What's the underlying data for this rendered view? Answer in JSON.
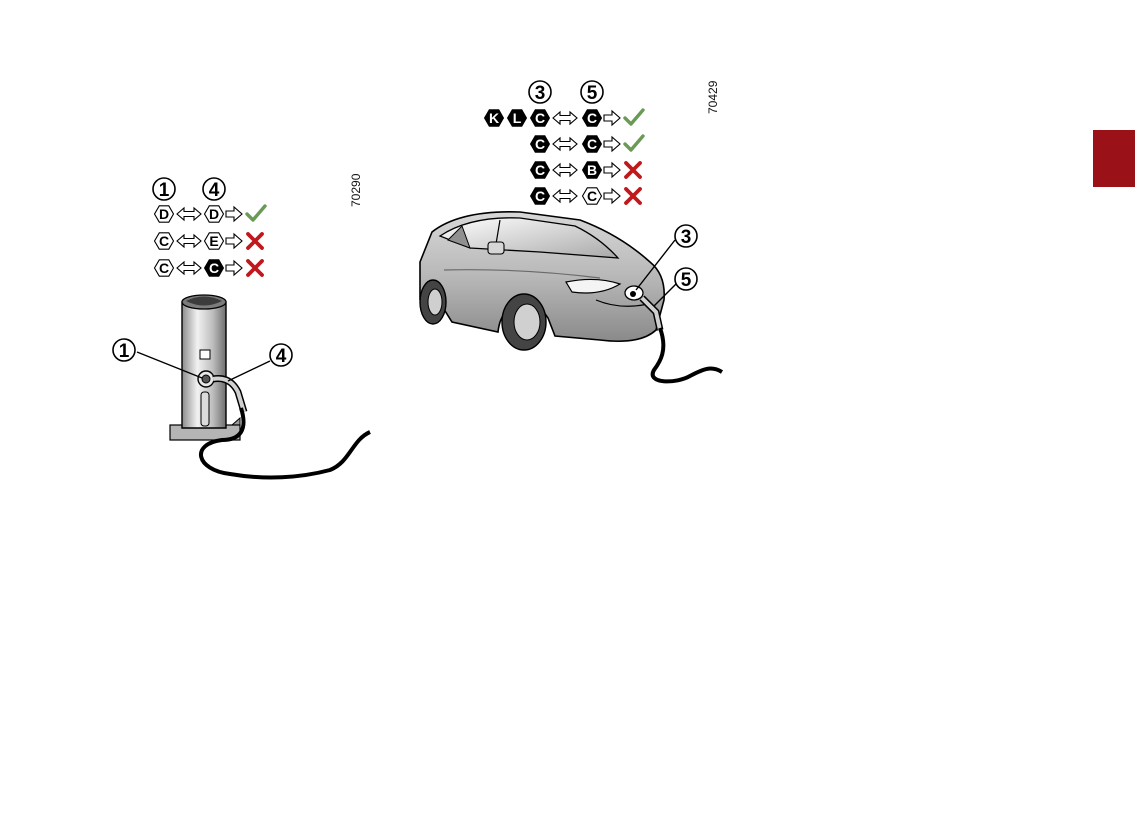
{
  "figure_left": {
    "ref_code": "70290",
    "callout_numbers": [
      "1",
      "4"
    ],
    "station_callouts": [
      "1",
      "4"
    ],
    "rows": [
      {
        "left": {
          "letter": "D",
          "fill": "outline"
        },
        "right": {
          "letter": "D",
          "fill": "outline"
        },
        "result": "compatible"
      },
      {
        "left": {
          "letter": "C",
          "fill": "outline"
        },
        "right": {
          "letter": "E",
          "fill": "outline"
        },
        "result": "incompatible"
      },
      {
        "left": {
          "letter": "C",
          "fill": "outline"
        },
        "right": {
          "letter": "C",
          "fill": "solid"
        },
        "result": "incompatible"
      }
    ]
  },
  "figure_right": {
    "ref_code": "70429",
    "callout_numbers": [
      "3",
      "5"
    ],
    "car_callouts": [
      "3",
      "5"
    ],
    "rows": [
      {
        "prefix": [
          {
            "letter": "K",
            "fill": "solid"
          },
          {
            "letter": "L",
            "fill": "solid"
          }
        ],
        "left": {
          "letter": "C",
          "fill": "solid"
        },
        "right": {
          "letter": "C",
          "fill": "solid"
        },
        "result": "compatible"
      },
      {
        "prefix": [],
        "left": {
          "letter": "C",
          "fill": "solid"
        },
        "right": {
          "letter": "C",
          "fill": "solid"
        },
        "result": "compatible"
      },
      {
        "prefix": [],
        "left": {
          "letter": "C",
          "fill": "solid"
        },
        "right": {
          "letter": "B",
          "fill": "solid"
        },
        "result": "incompatible"
      },
      {
        "prefix": [],
        "left": {
          "letter": "C",
          "fill": "solid"
        },
        "right": {
          "letter": "C",
          "fill": "outline"
        },
        "result": "incompatible"
      }
    ]
  },
  "icons": {
    "compatible": "check-icon",
    "incompatible": "cross-icon",
    "both_ways": "double-arrow-icon",
    "leads_to": "right-arrow-icon"
  },
  "colors": {
    "check": "#6b9a57",
    "cross": "#c0181c",
    "chapter_tab": "#9b1118",
    "symbol_solid": "#000000"
  }
}
